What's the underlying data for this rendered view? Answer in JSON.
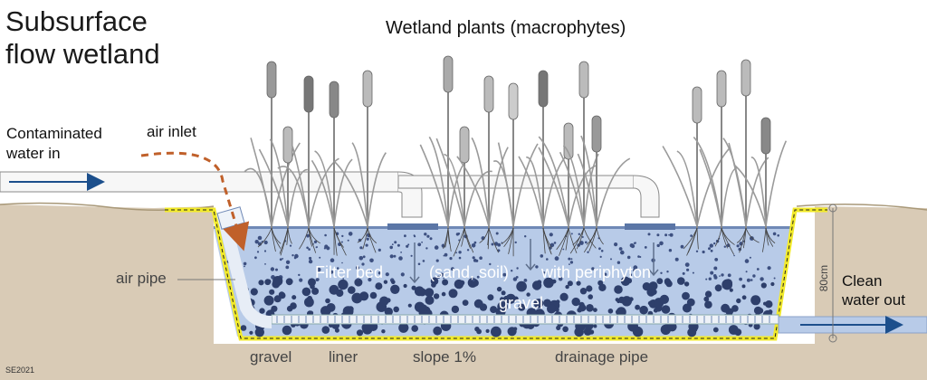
{
  "title_lines": [
    "Subsurface",
    "flow wetland"
  ],
  "labels": {
    "plants": "Wetland plants (macrophytes)",
    "contaminated_lines": [
      "Contaminated",
      "water in"
    ],
    "air_inlet": "air inlet",
    "air_pipe": "air pipe",
    "filter_bed": "Filter bed",
    "sand_soil": "(sand, soil)",
    "periphyton": "with periphyton",
    "gravel_inner": "gravel",
    "clean_lines": [
      "Clean",
      "water out"
    ],
    "depth": "80cm",
    "bottom": {
      "gravel": "gravel",
      "liner": "liner",
      "slope": "slope 1%",
      "drainage": "drainage pipe"
    },
    "credit": "SE2021"
  },
  "colors": {
    "soil": "#d9cbb6",
    "water": "#b4c9e8",
    "liner": "#f2ea2a",
    "pipe": "#f7f7f7",
    "flow_arrow": "#1c4f8c",
    "air_dash": "#c0602a",
    "plant": "#a8a8a8",
    "plant_dark": "#6f6f6f"
  }
}
